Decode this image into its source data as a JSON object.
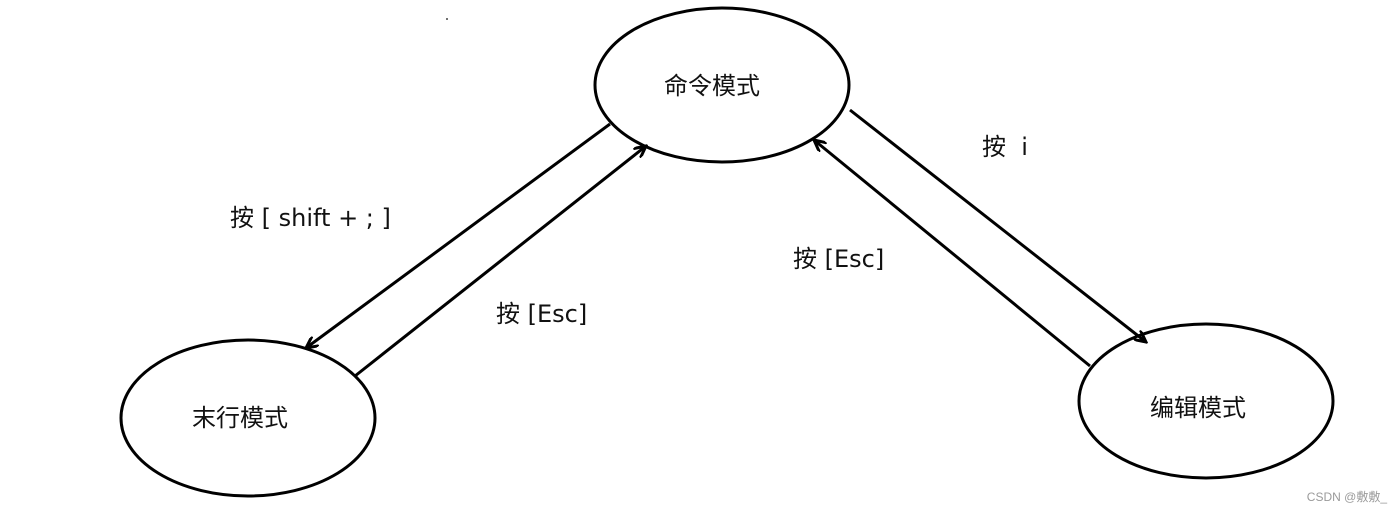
{
  "nodes": {
    "command": "命令模式",
    "lastline": "末行模式",
    "edit": "编辑模式"
  },
  "edges": {
    "command_to_lastline": "按 [ shift + ; ]",
    "lastline_to_command": "按 [Esc]",
    "command_to_edit": "按  i",
    "edit_to_command": "按 [Esc]"
  },
  "watermark": "CSDN @敷敷_"
}
